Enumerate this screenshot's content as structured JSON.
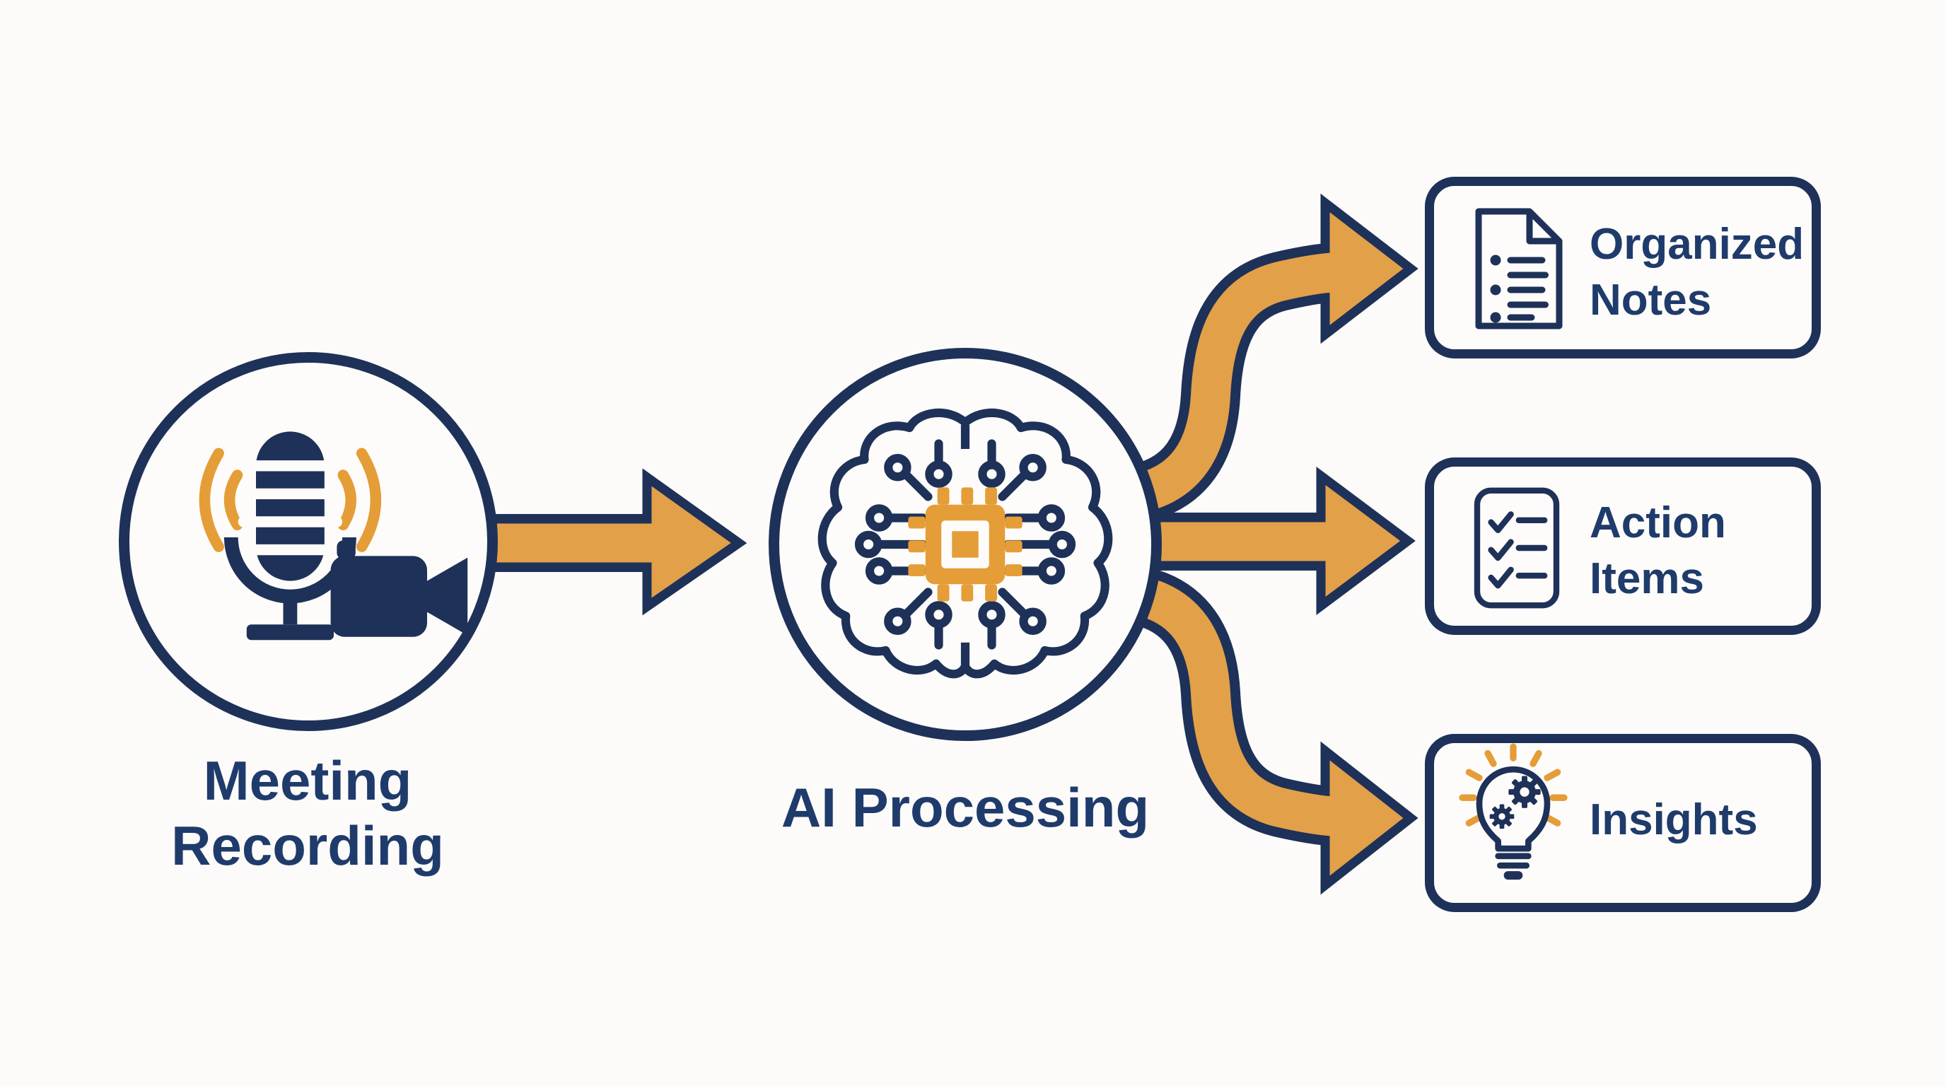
{
  "title": "Meeting recording to AI processing workflow diagram",
  "colors": {
    "navy_outline": "#1e3158",
    "navy_text": "#1f3b6b",
    "arrow_orange": "#e2a049",
    "accent_orange": "#e59d38",
    "background": "#fcfbf9"
  },
  "nodes": {
    "input": {
      "label": "Meeting Recording",
      "icon": "microphone-video-camera-icon"
    },
    "process": {
      "label": "AI Processing",
      "icon": "ai-brain-chip-icon"
    }
  },
  "outputs": [
    {
      "label": "Organized Notes",
      "icon": "document-notes-icon"
    },
    {
      "label": "Action Items",
      "icon": "checklist-icon"
    },
    {
      "label": "Insights",
      "icon": "lightbulb-gears-icon"
    }
  ],
  "connections": [
    {
      "from": "Meeting Recording",
      "to": "AI Processing",
      "style": "straight-arrow"
    },
    {
      "from": "AI Processing",
      "to": "Organized Notes",
      "style": "curved-up-arrow"
    },
    {
      "from": "AI Processing",
      "to": "Action Items",
      "style": "straight-arrow"
    },
    {
      "from": "AI Processing",
      "to": "Insights",
      "style": "curved-down-arrow"
    }
  ]
}
